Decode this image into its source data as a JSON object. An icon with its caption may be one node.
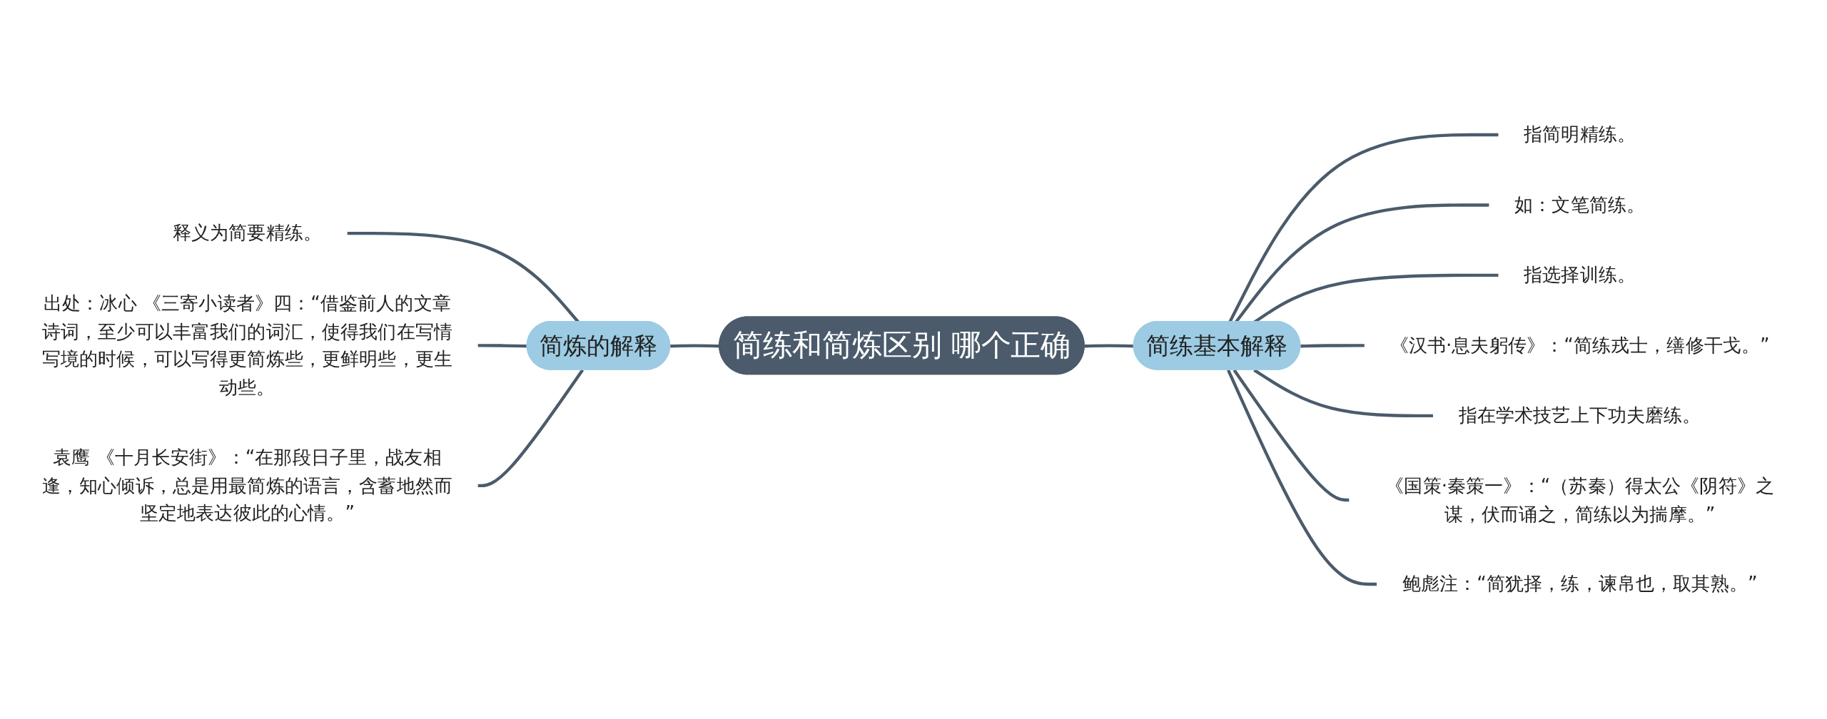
{
  "diagram": {
    "nodes": [
      {
        "text": [
          "简练和简炼区别 哪个正确"
        ]
      },
      {
        "text": [
          "简炼的解释"
        ]
      },
      {
        "text": [
          "释义为简要精练。"
        ]
      },
      {
        "text": [
          "出处：冰心 《三寄小读者》四：“借鉴前人的文章诗词，至少可以丰富我们的词汇，使得我们在写情写境的时候，可以写得更简炼些，更鲜明些，更生动些。"
        ]
      },
      {
        "text": [
          "袁鹰 《十月长安街》：“在那段日子里，战友相逢，知心倾诉，总是用最简炼的语言，含蓄地然而坚定地表达彼此的心情。”"
        ]
      },
      {
        "text": [
          "简练基本解释"
        ]
      },
      {
        "text": [
          "指简明精练。"
        ]
      },
      {
        "text": [
          "如：文笔简练。"
        ]
      },
      {
        "text": [
          "指选择训练。"
        ]
      },
      {
        "text": [
          "《汉书·息夫躬传》：“简练戎士，缮修干戈。”"
        ]
      },
      {
        "text": [
          "指在学术技艺上下功夫磨练。"
        ]
      },
      {
        "text": [
          "《国策·秦策一》：“（苏秦）得太公《阴符》之谋，伏而诵之，简练以为揣摩。”"
        ]
      },
      {
        "text": [
          "鲍彪注：“简犹择，练，谏帛也，取其熟。”"
        ]
      }
    ],
    "edges": [
      {
        "from": 1,
        "to": 0,
        "arrow": "none"
      },
      {
        "from": 2,
        "to": 1,
        "arrow": "none"
      },
      {
        "from": 3,
        "to": 1,
        "arrow": "none"
      },
      {
        "from": 4,
        "to": 1,
        "arrow": "none"
      },
      {
        "from": 0,
        "to": 5,
        "arrow": "none"
      },
      {
        "from": 5,
        "to": 6,
        "arrow": "none"
      },
      {
        "from": 5,
        "to": 7,
        "arrow": "none"
      },
      {
        "from": 5,
        "to": 8,
        "arrow": "none"
      },
      {
        "from": 5,
        "to": 9,
        "arrow": "none"
      },
      {
        "from": 5,
        "to": 10,
        "arrow": "none"
      },
      {
        "from": 5,
        "to": 11,
        "arrow": "none"
      },
      {
        "from": 5,
        "to": 12,
        "arrow": "none"
      }
    ]
  }
}
